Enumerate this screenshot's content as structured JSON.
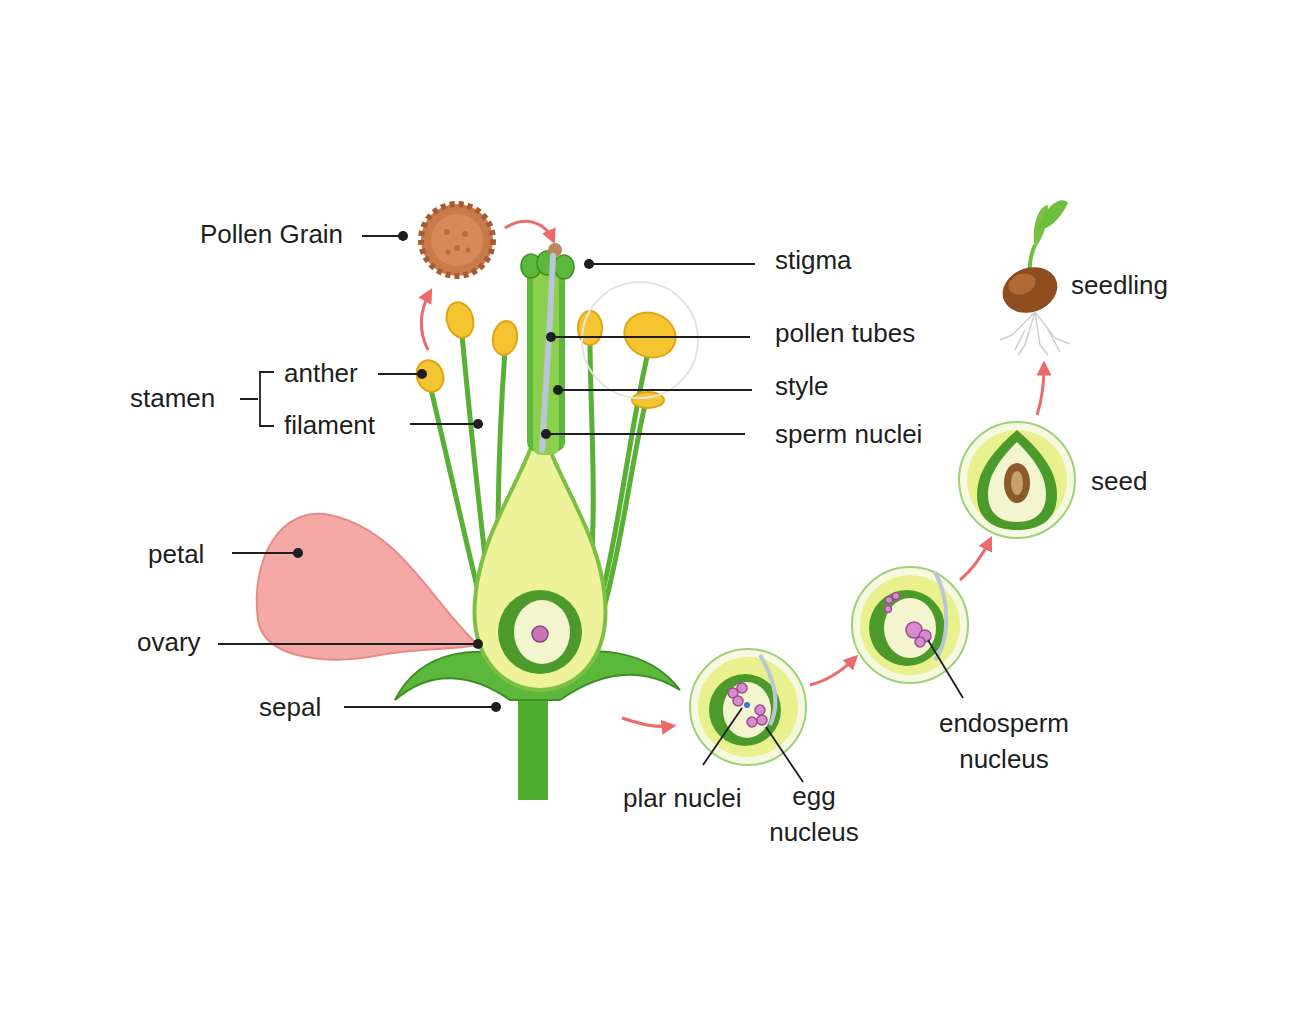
{
  "diagram": {
    "labels": [
      "Pollen Grain",
      "stigma",
      "pollen tubes",
      "style",
      "sperm nuclei",
      "stamen",
      "anther",
      "filament",
      "petal",
      "ovary",
      "sepal",
      "plar nuclei",
      "egg nucleus",
      "endosperm nucleus",
      "seed",
      "seedling"
    ]
  }
}
